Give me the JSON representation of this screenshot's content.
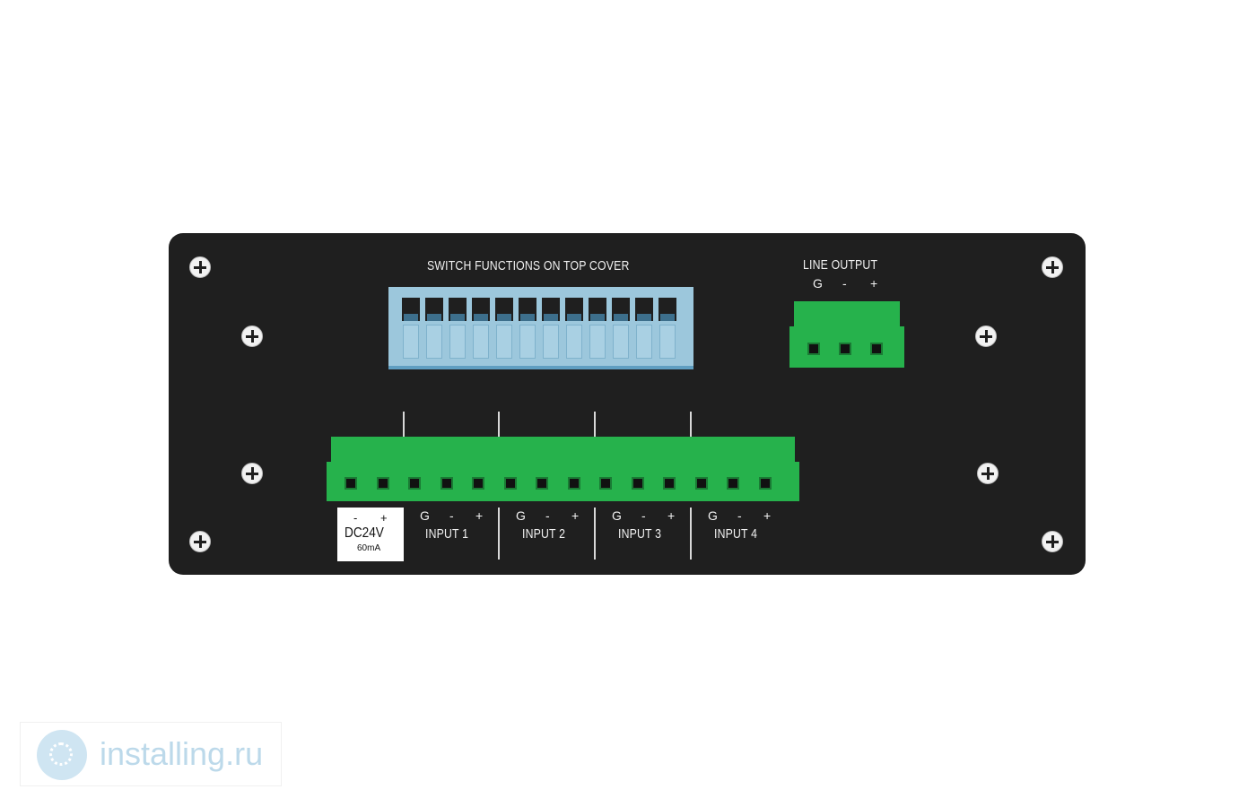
{
  "panel": {
    "switch_title": "SWITCH FUNCTIONS ON TOP COVER",
    "line_output": {
      "title": "LINE OUTPUT",
      "pins": [
        "G",
        "-",
        "+"
      ]
    },
    "power": {
      "pins": [
        "-",
        "+"
      ],
      "voltage": "DC24V",
      "current": "60mA"
    },
    "inputs": [
      {
        "label": "INPUT 1",
        "pins": [
          "G",
          "-",
          "+"
        ]
      },
      {
        "label": "INPUT 2",
        "pins": [
          "G",
          "-",
          "+"
        ]
      },
      {
        "label": "INPUT 3",
        "pins": [
          "G",
          "-",
          "+"
        ]
      },
      {
        "label": "INPUT 4",
        "pins": [
          "G",
          "-",
          "+"
        ]
      }
    ],
    "colors": {
      "panel": "#1f1f1f",
      "terminal": "#26b24c",
      "dip_switch": "#9cc7dc"
    }
  },
  "watermark": {
    "text": "installing.ru"
  }
}
